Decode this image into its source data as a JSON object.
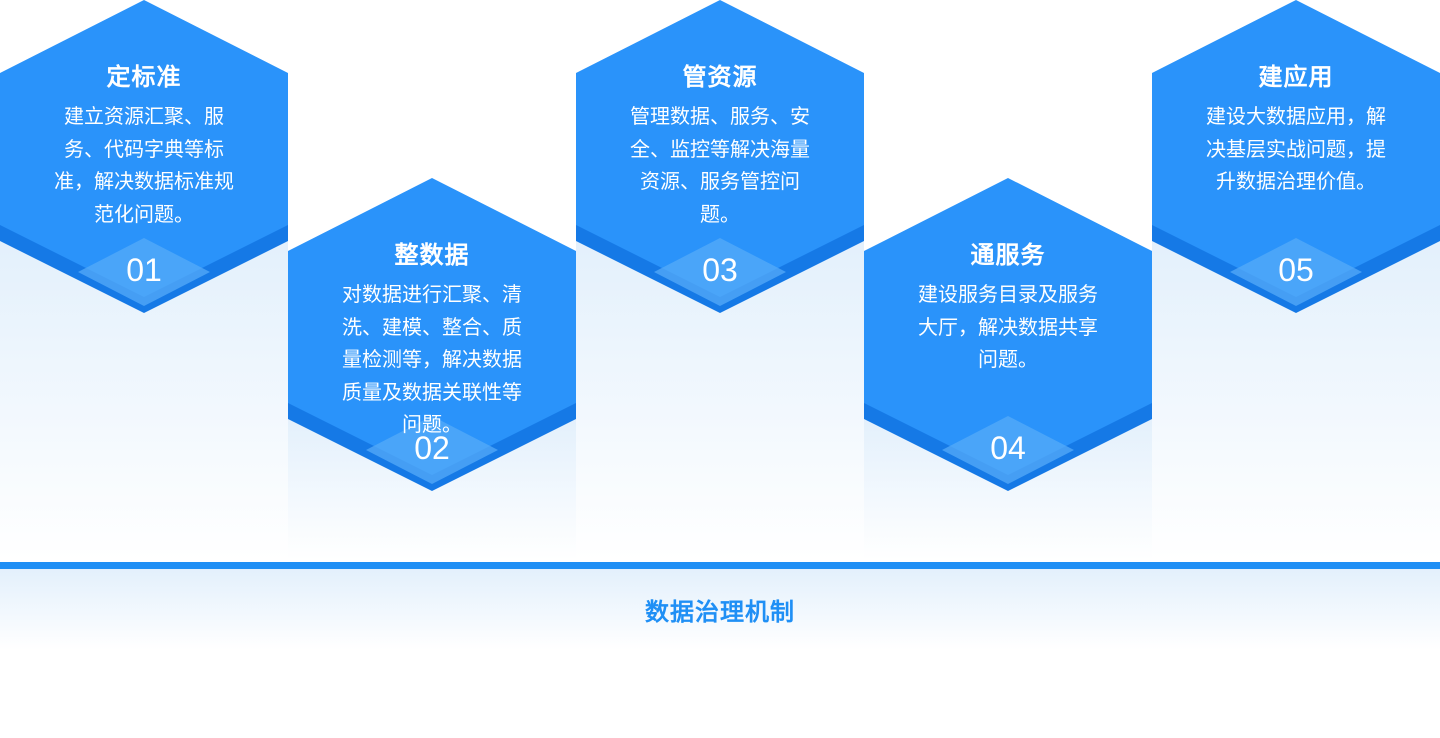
{
  "colors": {
    "hex_fill": "#2a93fa",
    "hex_band": "#1579e6",
    "hex_number_badge": "#56abf8",
    "accent": "#1f8ff5",
    "shadow": "#e3f0fc"
  },
  "steps": [
    {
      "title": "定标准",
      "description": [
        "建立资源汇聚、服",
        "务、代码字典等标",
        "准，解决数据标准规",
        "范化问题。"
      ],
      "number": "01"
    },
    {
      "title": "整数据",
      "description": [
        "对数据进行汇聚、清",
        "洗、建模、整合、质",
        "量检测等，解决数据",
        "质量及数据关联性等",
        "问题。"
      ],
      "number": "02"
    },
    {
      "title": "管资源",
      "description": [
        "管理数据、服务、安",
        "全、监控等解决海量",
        "资源、服务管控问",
        "题。"
      ],
      "number": "03"
    },
    {
      "title": "通服务",
      "description": [
        "建设服务目录及服务",
        "大厅，解决数据共享",
        "问题。"
      ],
      "number": "04"
    },
    {
      "title": "建应用",
      "description": [
        "建设大数据应用，解",
        "决基层实战问题，提",
        "升数据治理价值。"
      ],
      "number": "05"
    }
  ],
  "footer": {
    "label": "数据治理机制"
  }
}
